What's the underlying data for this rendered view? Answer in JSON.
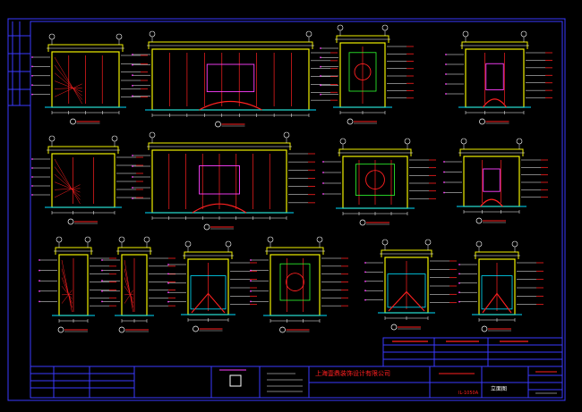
{
  "title_block": {
    "company": "上海壹鼎装饰设计有限公司",
    "drawing_name": "立面图",
    "drawing_no": "IL-1050A"
  },
  "elevations": [
    {
      "id": "elev-1",
      "num": "1",
      "kind": "a"
    },
    {
      "id": "elev-2",
      "num": "2",
      "kind": "b"
    },
    {
      "id": "elev-3",
      "num": "3",
      "kind": "c"
    },
    {
      "id": "elev-4",
      "num": "4",
      "kind": "d"
    },
    {
      "id": "elev-5",
      "num": "5",
      "kind": "a"
    },
    {
      "id": "elev-6",
      "num": "6",
      "kind": "b"
    },
    {
      "id": "elev-7",
      "num": "7",
      "kind": "c"
    },
    {
      "id": "elev-8",
      "num": "8",
      "kind": "d"
    },
    {
      "id": "elev-9",
      "num": "9",
      "kind": "e"
    },
    {
      "id": "elev-10",
      "num": "10",
      "kind": "e"
    },
    {
      "id": "elev-11",
      "num": "11",
      "kind": "f"
    },
    {
      "id": "elev-12",
      "num": "12",
      "kind": "g"
    },
    {
      "id": "elev-13",
      "num": "13",
      "kind": "f"
    },
    {
      "id": "elev-14",
      "num": "14",
      "kind": "h"
    }
  ],
  "colors": {
    "frame": "#3a3aff",
    "wall": "#f0f000",
    "detail": "#ff2020",
    "dim": "#ffffff",
    "accent": "#00e0ff",
    "magenta": "#ff40ff",
    "green": "#30ff30"
  }
}
